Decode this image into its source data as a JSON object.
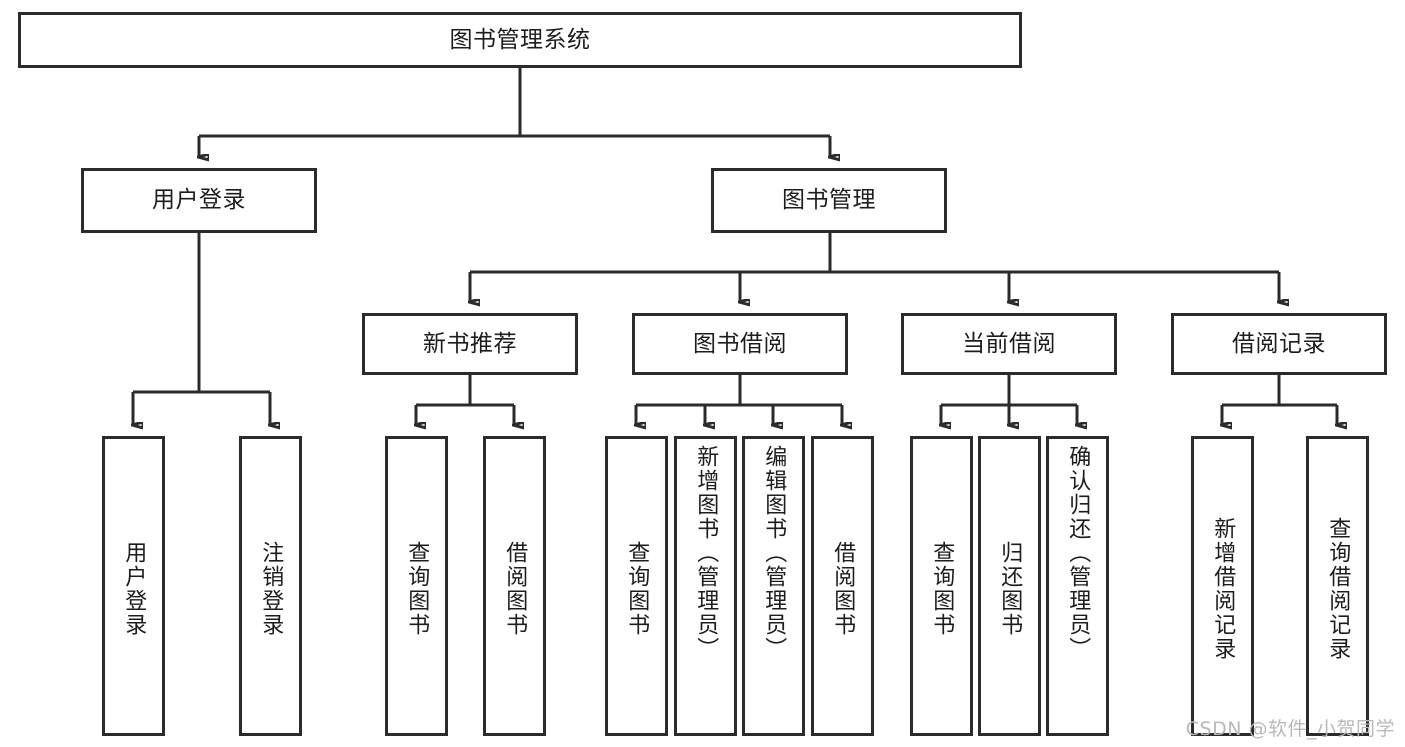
{
  "diagram": {
    "title": "图书管理系统",
    "watermark": "CSDN @软件_小贺同学",
    "colors": {
      "stroke": "#2b2b2b",
      "background": "#ffffff",
      "text": "#1d1d1d",
      "watermark": "#b9b9b9"
    },
    "root": {
      "label": "图书管理系统"
    },
    "level2": [
      {
        "label": "用户登录"
      },
      {
        "label": "图书管理"
      }
    ],
    "level3": [
      {
        "label": "新书推荐"
      },
      {
        "label": "图书借阅"
      },
      {
        "label": "当前借阅"
      },
      {
        "label": "借阅记录"
      }
    ],
    "leaves": [
      {
        "label": "用户登录",
        "parent": "用户登录"
      },
      {
        "label": "注销登录",
        "parent": "用户登录"
      },
      {
        "label": "查询图书",
        "parent": "新书推荐"
      },
      {
        "label": "借阅图书",
        "parent": "新书推荐"
      },
      {
        "label": "查询图书",
        "parent": "图书借阅"
      },
      {
        "label": "新增图书（管理员）",
        "parent": "图书借阅"
      },
      {
        "label": "编辑图书（管理员）",
        "parent": "图书借阅"
      },
      {
        "label": "借阅图书",
        "parent": "图书借阅"
      },
      {
        "label": "查询图书",
        "parent": "当前借阅"
      },
      {
        "label": "归还图书",
        "parent": "当前借阅"
      },
      {
        "label": "确认归还（管理员）",
        "parent": "当前借阅"
      },
      {
        "label": "新增借阅记录",
        "parent": "借阅记录"
      },
      {
        "label": "查询借阅记录",
        "parent": "借阅记录"
      }
    ]
  }
}
